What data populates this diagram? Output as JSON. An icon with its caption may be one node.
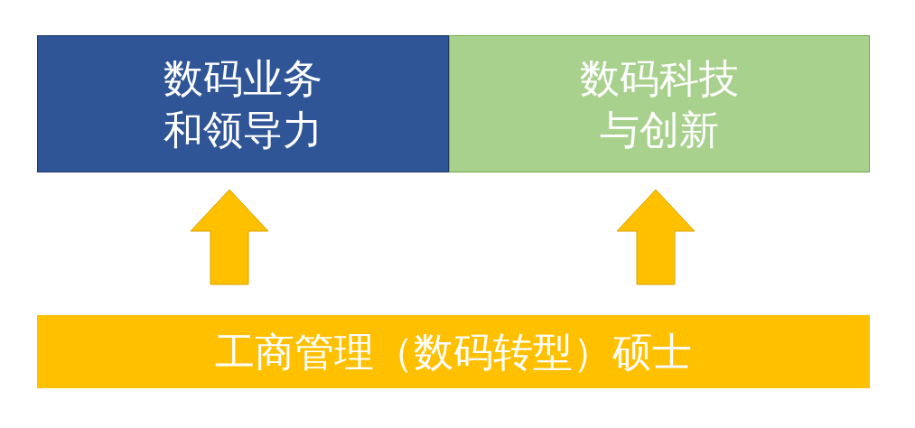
{
  "diagram": {
    "nodes": [
      {
        "text": [
          "数码业务和领导力"
        ]
      },
      {
        "text": [
          "数码科技与创新"
        ]
      },
      {
        "text": [
          "工商管理（数码转型）硕士"
        ]
      }
    ],
    "edges": [
      {
        "from": 2,
        "to": 0,
        "arrow": "to"
      },
      {
        "from": 2,
        "to": 1,
        "arrow": "to"
      }
    ]
  }
}
